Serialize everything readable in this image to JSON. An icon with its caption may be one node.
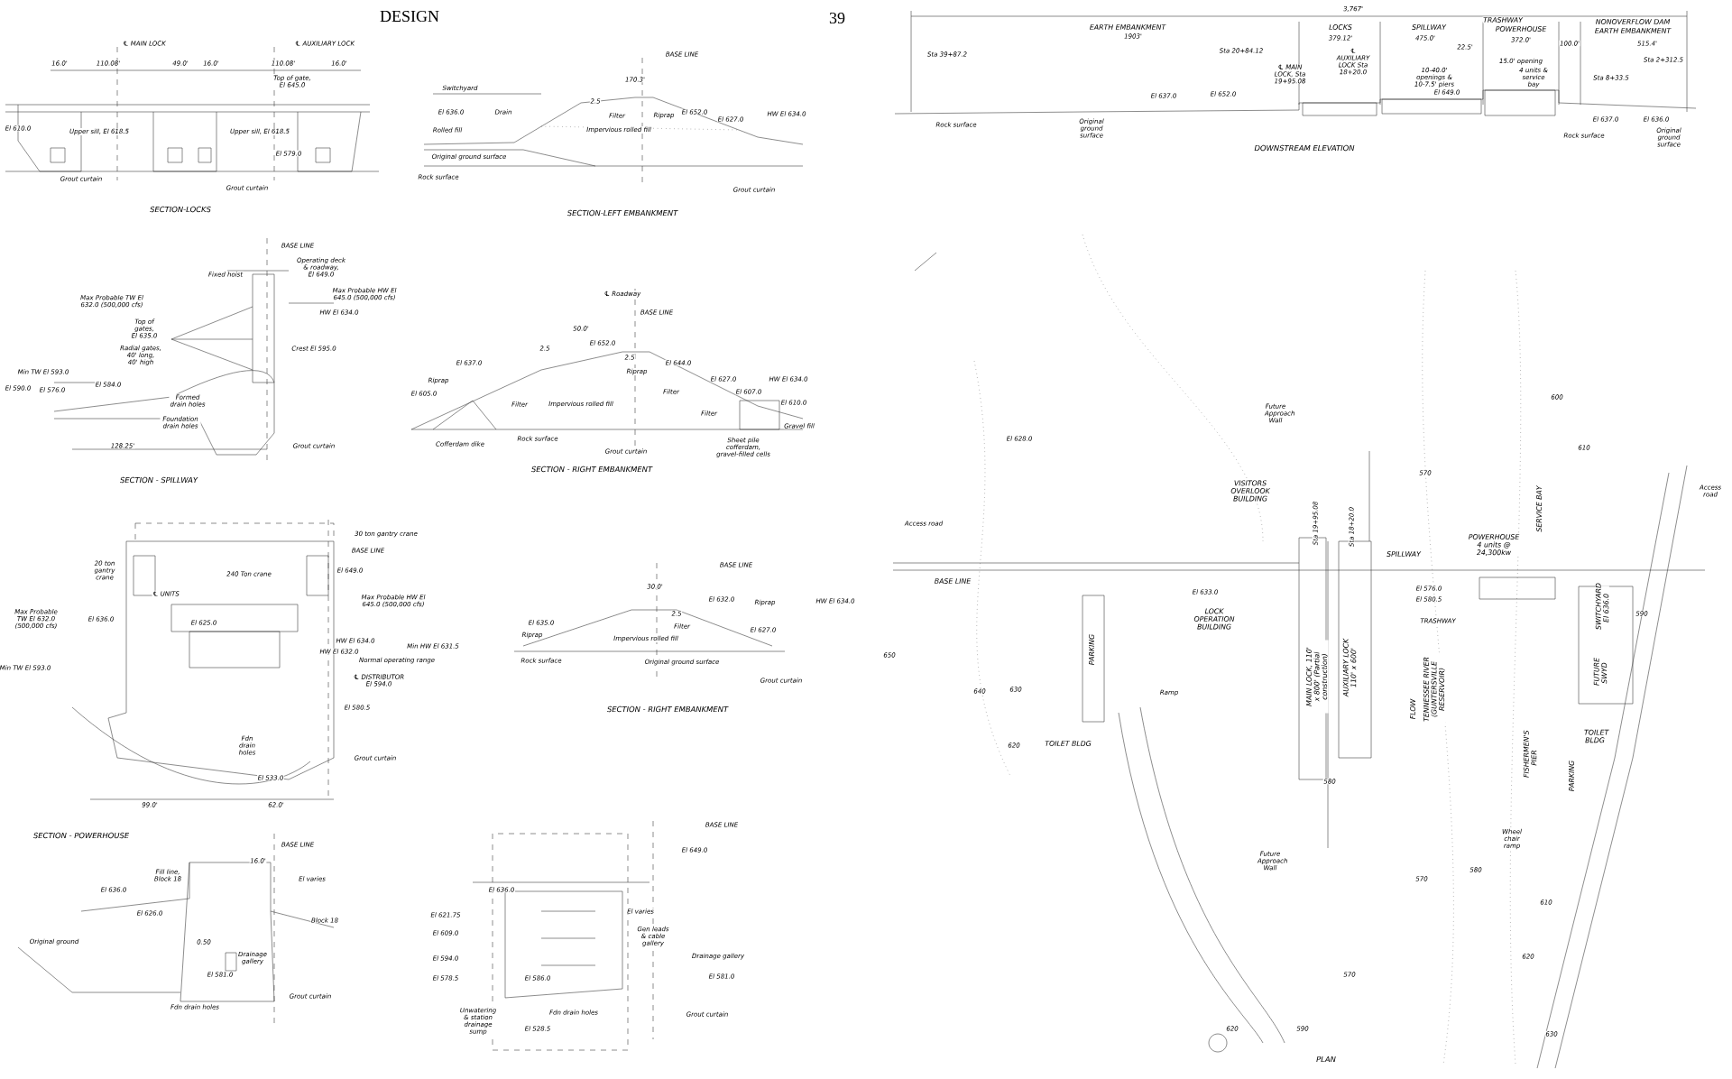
{
  "diagram": {
    "title": "DESIGN",
    "labels": [
      "39",
      "℄ MAIN LOCK",
      "℄ AUXILIARY LOCK",
      "16.0'",
      "110.08'",
      "49.0'",
      "16.0'",
      "110.08'",
      "16.0'",
      "Top of gate, El 645.0",
      "El 610.0",
      "Upper sill, El 618.5",
      "Upper sill, El 618.5",
      "El 579.0",
      "Grout curtain",
      "Grout curtain",
      "SECTION-LOCKS",
      "BASE LINE",
      "170.3'",
      "Switchyard",
      "El 636.0",
      "Drain",
      "2.5",
      "El 652.0",
      "Filter",
      "Riprap",
      "El 627.0",
      "HW El 634.0",
      "Rolled fill",
      "Impervious rolled fill",
      "Original ground surface",
      "Rock surface",
      "Grout curtain",
      "SECTION-LEFT EMBANKMENT",
      "BASE LINE",
      "Operating deck & roadway, El 649.0",
      "Fixed hoist",
      "Max Probable TW El 632.0 (500,000 cfs)",
      "Max Probable HW El 645.0 (500,000 cfs)",
      "HW El 634.0",
      "Top of gates, El 635.0",
      "Radial gates, 40' long, 40' high",
      "Crest El 595.0",
      "Min TW El 593.0",
      "El 584.0",
      "El 590.0",
      "El 576.0",
      "Formed drain holes",
      "Foundation drain holes",
      "128.25'",
      "Grout curtain",
      "SECTION - SPILLWAY",
      "℄ Roadway",
      "BASE LINE",
      "50.0'",
      "El 652.0",
      "2.5",
      "El 637.0",
      "2.5",
      "El 644.0",
      "Riprap",
      "El 627.0",
      "HW El 634.0",
      "Riprap",
      "El 605.0",
      "Filter",
      "Impervious rolled fill",
      "Filter",
      "El 607.0",
      "El 610.0",
      "Filter",
      "Cofferdam dike",
      "Rock surface",
      "Grout curtain",
      "Sheet pile cofferdam, gravel-filled cells",
      "Gravel fill",
      "SECTION - RIGHT EMBANKMENT",
      "30 ton gantry crane",
      "BASE LINE",
      "240 Ton crane",
      "20 ton gantry crane",
      "El 649.0",
      "℄ UNITS",
      "Max Probable HW El 645.0 (500,000 cfs)",
      "Max Probable TW El 632.0 (500,000 cfs)",
      "El 636.0",
      "El 625.0",
      "HW El 634.0",
      "Min HW El 631.5",
      "HW El 632.0",
      "Normal operating range",
      "Min TW El 593.0",
      "℄ DISTRIBUTOR El 594.0",
      "El 580.5",
      "Fdn drain holes",
      "Grout curtain",
      "El 533.0",
      "99.0'",
      "62.0'",
      "SECTION - POWERHOUSE",
      "BASE LINE",
      "30.0'",
      "El 632.0",
      "Riprap",
      "HW El 634.0",
      "2.5",
      "El 635.0",
      "Filter",
      "El 627.0",
      "Riprap",
      "Impervious rolled fill",
      "Rock surface",
      "Original ground surface",
      "Grout curtain",
      "SECTION - RIGHT EMBANKMENT",
      "BASE LINE",
      "16.0'",
      "Fill line, Block 18",
      "El varies",
      "El 636.0",
      "El 626.0",
      "Block 18",
      "0.50",
      "Original ground",
      "Drainage gallery",
      "El 581.0",
      "Grout curtain",
      "Fdn drain holes",
      "BASE LINE",
      "El 649.0",
      "El 636.0",
      "El 621.75",
      "El varies",
      "El 609.0",
      "Gen leads & cable gallery",
      "El 594.0",
      "Drainage gallery",
      "El 578.5",
      "El 586.0",
      "El 581.0",
      "Fdn drain holes",
      "Grout curtain",
      "Unwatering & station drainage sump",
      "El 528.5",
      "3,767'",
      "EARTH EMBANKMENT",
      "1903'",
      "LOCKS",
      "379.12'",
      "SPILLWAY",
      "475.0'",
      "TRASHWAY",
      "POWERHOUSE",
      "372.0'",
      "22.5'",
      "NONOVERFLOW DAM",
      "EARTH EMBANKMENT",
      "100.0'",
      "515.4'",
      "Sta 39+87.2",
      "Sta 20+84.12",
      "Sta 2+312.5",
      "15.0' opening",
      "℄ AUXILIARY LOCK Sta 18+20.0",
      "℄ MAIN LOCK, Sta 19+95.08",
      "4 units & service bay",
      "Sta 8+33.5",
      "10-40.0' openings & 10-7.5' piers",
      "El 649.0",
      "El 637.0",
      "El 652.0",
      "El 637.0",
      "El 636.0",
      "Rock surface",
      "Original ground surface",
      "Rock surface",
      "Original ground surface",
      "DOWNSTREAM ELEVATION",
      "El 628.0",
      "Future Approach Wall",
      "VISITORS OVERLOOK BUILDING",
      "Sta 19+95.08",
      "Sta 18+20.0",
      "SERVICE BAY",
      "Access road",
      "Access road",
      "BASE LINE",
      "SPILLWAY",
      "POWERHOUSE 4 units @ 24,300kw",
      "El 633.0",
      "LOCK OPERATION BUILDING",
      "El 576.0",
      "El 580.5",
      "TRASHWAY",
      "SWITCHYARD El 636.0",
      "FUTURE SWYD",
      "PARKING",
      "Ramp",
      "MAIN LOCK, 110' x 800' (Partial construction)",
      "AUXILIARY LOCK 110' x 600'",
      "FLOW",
      "TENNESSEE RIVER (GUNTERSVILLE RESERVOIR)",
      "TOILET BLDG",
      "TOILET BLDG",
      "FISHERMEN'S PIER",
      "PARKING",
      "Wheel chair ramp",
      "Future Approach Wall",
      "PLAN",
      "650",
      "640",
      "630",
      "620",
      "570",
      "610",
      "600",
      "590",
      "580",
      "570",
      "570",
      "580",
      "610",
      "620",
      "630",
      "620",
      "590"
    ]
  }
}
